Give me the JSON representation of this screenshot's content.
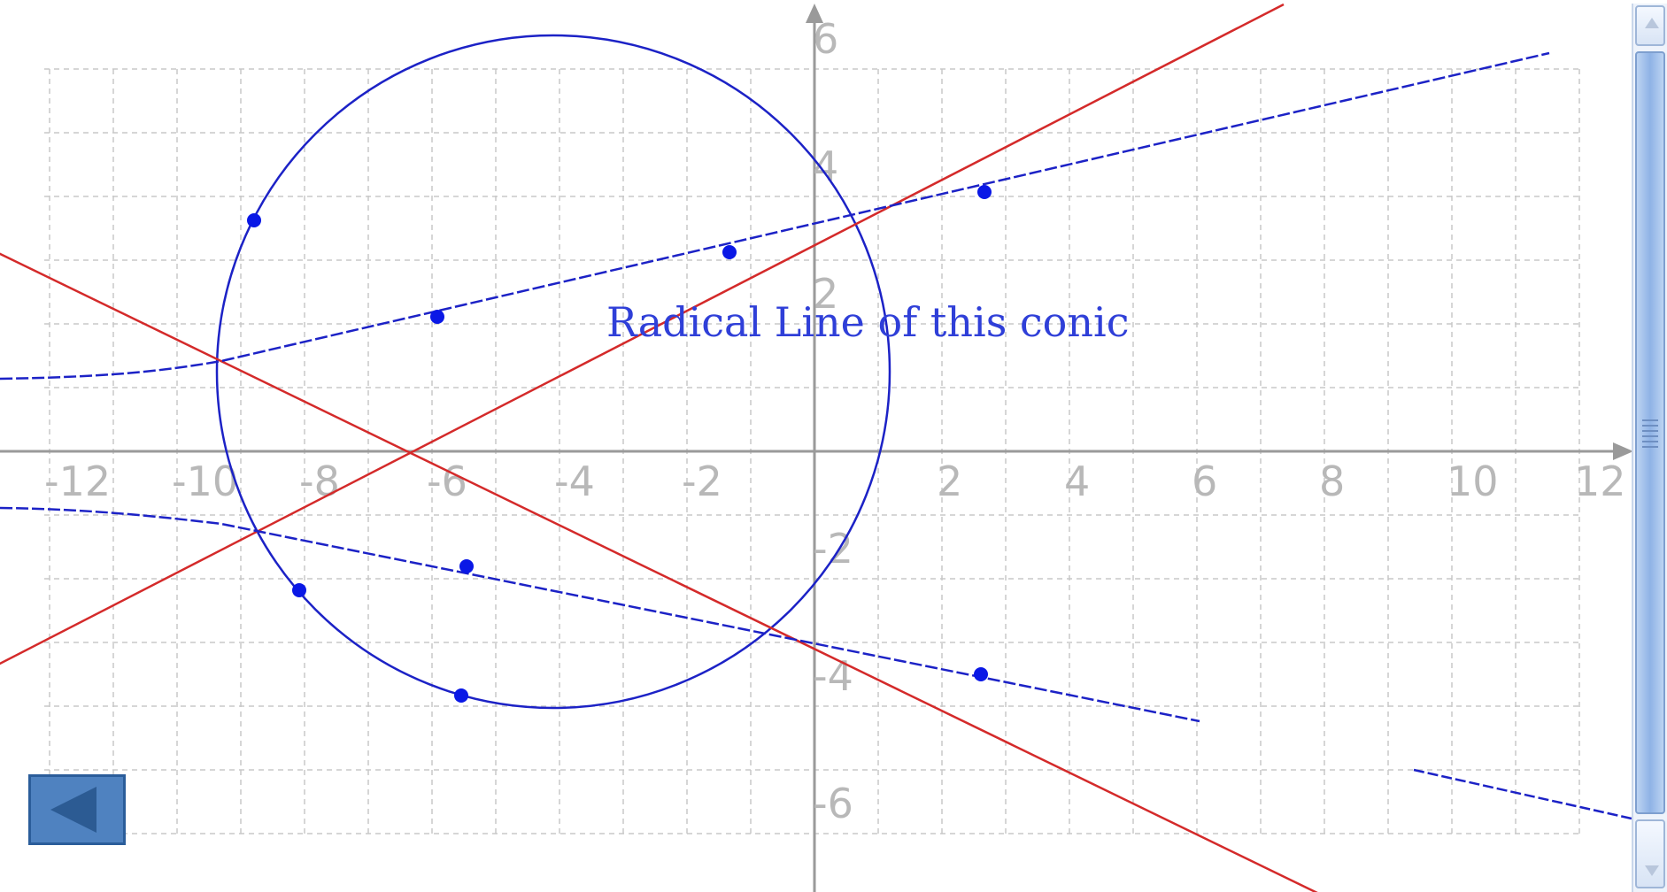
{
  "graph": {
    "x_tick_labels": [
      "-12",
      "-10",
      "-8",
      "-6",
      "-4",
      "-2",
      "2",
      "4",
      "6",
      "8",
      "10",
      "12"
    ],
    "y_tick_labels": [
      "6",
      "4",
      "2",
      "-2",
      "-4",
      "-6"
    ],
    "annotation": "Radical Line of this conic",
    "colors": {
      "conic": "#1c22c6",
      "line": "#d42a2a",
      "point": "#0a18e6",
      "grid": "#c8c8c8",
      "axis": "#9a9a9a"
    }
  },
  "controls": {
    "back_icon": "triangle-left-icon",
    "scroll_up_icon": "chevron-up-icon",
    "scroll_down_icon": "chevron-down-icon"
  }
}
